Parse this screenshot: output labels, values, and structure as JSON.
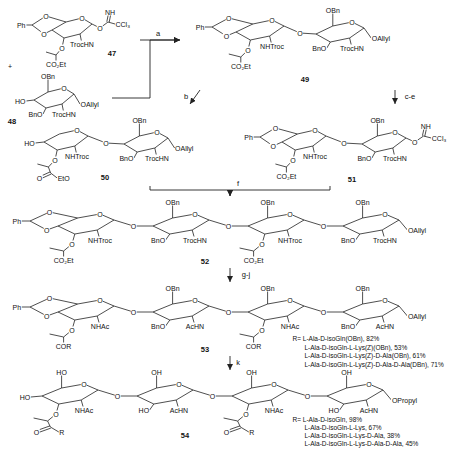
{
  "diagram": {
    "nodes": [
      {
        "text": [
          "47",
          "Ph",
          "O",
          "O",
          "O",
          "O",
          "NH",
          "CCl₃",
          "TrocHN",
          "O",
          "CO₂Et"
        ]
      },
      {
        "text": [
          "48",
          "OBn",
          "HO",
          "BnO",
          "O",
          "TrocHN",
          "OAllyl"
        ]
      },
      {
        "text": [
          "49",
          "Ph",
          "O",
          "O",
          "O",
          "NHTroc",
          "O",
          "O",
          "CO₂Et",
          "OBn",
          "O",
          "BnO",
          "TrocHN",
          "OAllyl"
        ]
      },
      {
        "text": [
          "50",
          "HO",
          "O",
          "NHTroc",
          "O",
          "O",
          "EtO",
          "O",
          "OBn",
          "O",
          "BnO",
          "TrocHN",
          "OAllyl"
        ]
      },
      {
        "text": [
          "51",
          "Ph",
          "O",
          "O",
          "O",
          "NHTroc",
          "O",
          "O",
          "CO₂Et",
          "OBn",
          "O",
          "BnO",
          "TrocHN",
          "O",
          "NH",
          "CCl₃"
        ]
      },
      {
        "text": [
          "52",
          "Ph",
          "O",
          "O",
          "O",
          "NHTroc",
          "O",
          "O",
          "CO₂Et",
          "OBn",
          "O",
          "BnO",
          "TrocHN",
          "O",
          "OBn",
          "O",
          "NHTroc",
          "O",
          "O",
          "CO₂Et",
          "OBn",
          "O",
          "BnO",
          "TrocHN",
          "OAllyl"
        ]
      },
      {
        "text": [
          "53",
          "Ph",
          "O",
          "O",
          "O",
          "NHAc",
          "O",
          "O",
          "COR",
          "OBn",
          "O",
          "BnO",
          "AcHN",
          "O",
          "OBn",
          "O",
          "NHAc",
          "O",
          "O",
          "COR",
          "OBn",
          "O",
          "BnO",
          "AcHN",
          "OAllyl"
        ]
      },
      {
        "text": [
          "54",
          "HO",
          "HO",
          "O",
          "NHAc",
          "O",
          "O",
          "R",
          "O",
          "OH",
          "O",
          "HO",
          "AcHN",
          "O",
          "OH",
          "O",
          "NHAc",
          "O",
          "O",
          "R",
          "O",
          "OH",
          "O",
          "HO",
          "AcHN",
          "OPropyl"
        ]
      }
    ],
    "edges": [
      {
        "from": 0,
        "to": 2,
        "arrow": "to",
        "label": "a"
      },
      {
        "from": 1,
        "to": 2,
        "arrow": "to"
      },
      {
        "from": 2,
        "to": 3,
        "arrow": "to",
        "label": "b"
      },
      {
        "from": 2,
        "to": 4,
        "arrow": "to",
        "label": "c-e"
      },
      {
        "from": 3,
        "to": 5,
        "arrow": "to",
        "label": "f"
      },
      {
        "from": 4,
        "to": 5,
        "arrow": "to"
      },
      {
        "from": 5,
        "to": 6,
        "arrow": "to",
        "label": "g-j"
      },
      {
        "from": 6,
        "to": 7,
        "arrow": "to",
        "label": "k"
      }
    ],
    "labels": [
      "+",
      "R= L-Ala-D-isoGln(OBn), 82%",
      "L-Ala-D-isoGln-L-Lys(Z)(OBn), 53%",
      "L-Ala-D-isoGln-L-Lys(Z)-D-Ala(OBn), 61%",
      "L-Ala-D-isoGln-L-Lys(Z)-D-Ala-D-Ala(DBn), 71%",
      "R= L-Ala-D-isoGln, 98%",
      "L-Ala-D-isoGln-L-Lys, 67%",
      "L-Ala-D-isoGln-L-Lys-D-Ala, 38%",
      "L-Ala-D-isoGln-L-Lys-D-Ala-D-Ala, 45%"
    ]
  }
}
